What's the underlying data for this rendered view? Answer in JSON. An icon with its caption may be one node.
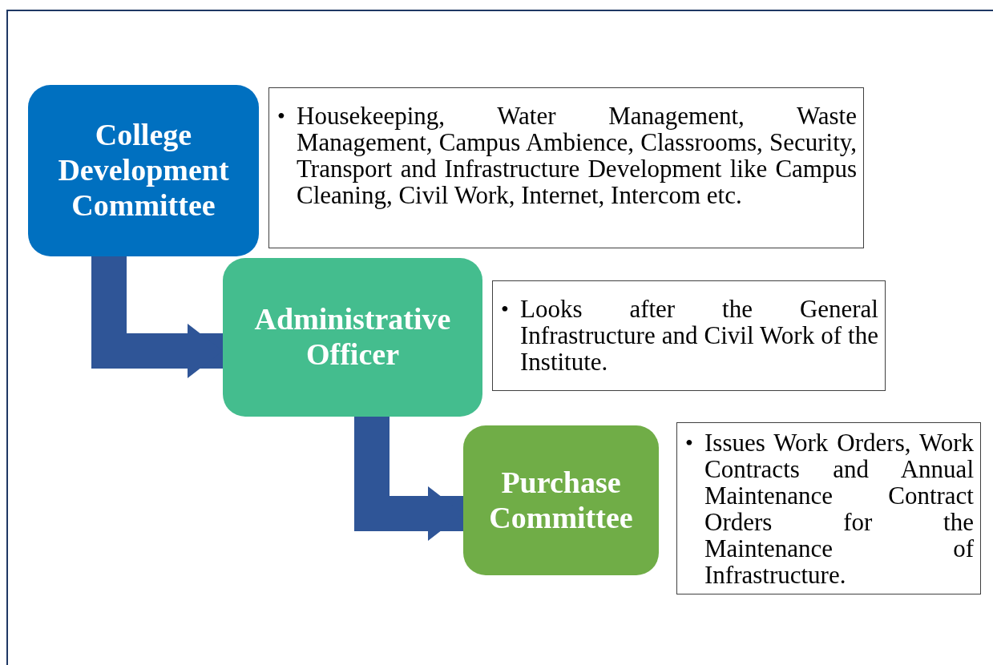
{
  "diagram": {
    "nodes": [
      {
        "text": [
          "College Development Committee"
        ]
      },
      {
        "text": [
          "•",
          "Housekeeping, Water Management, Waste Management, Campus Ambience, Classrooms, Security, Transport and Infrastructure Development like Campus Cleaning, Civil Work, Internet, Intercom etc."
        ]
      },
      {
        "text": [
          "Administrative Officer"
        ]
      },
      {
        "text": [
          "•",
          "Looks after the General Infrastructure and Civil Work of the Institute."
        ]
      },
      {
        "text": [
          "Purchase Committee"
        ]
      },
      {
        "text": [
          "•",
          "Issues Work Orders, Work Contracts and Annual Maintenance Contract Orders for the Maintenance of Infrastructure."
        ]
      }
    ],
    "edges": [
      {
        "from": 0,
        "to": 2,
        "arrow": "to"
      },
      {
        "from": 2,
        "to": 4,
        "arrow": "to"
      }
    ]
  }
}
